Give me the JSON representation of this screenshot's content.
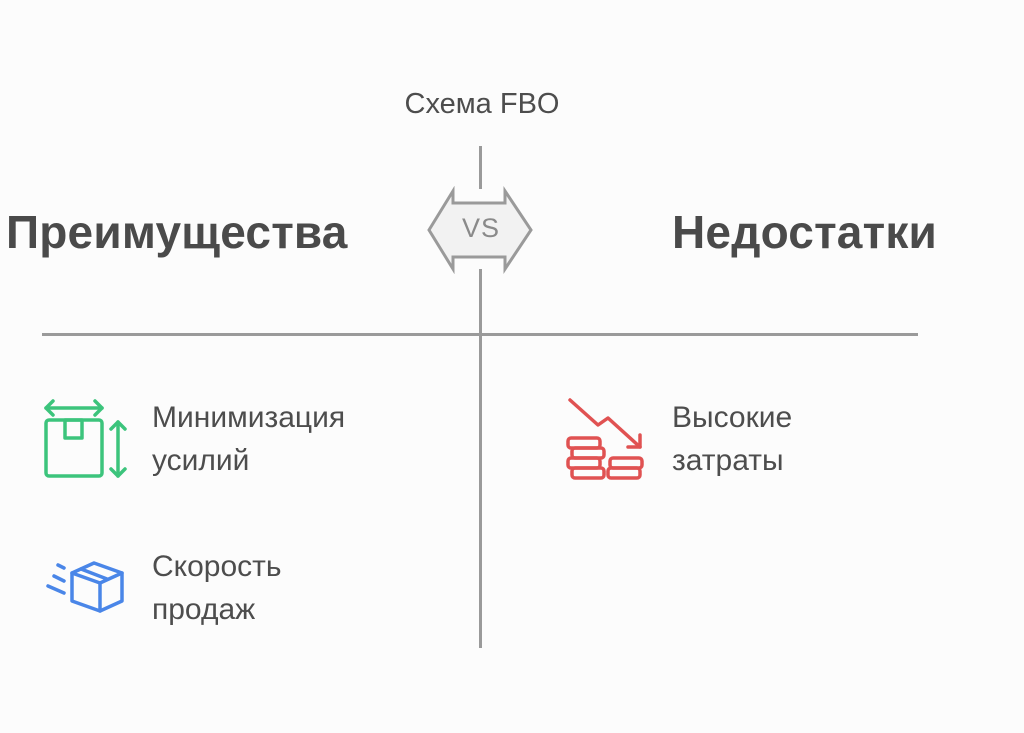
{
  "title": "Схема FBO",
  "vs_label": "VS",
  "columns": {
    "left": {
      "heading": "Преимущества",
      "items": [
        {
          "icon": "box-dimensions-icon",
          "color": "#3cc47c",
          "line1": "Минимизация",
          "line2": "усилий"
        },
        {
          "icon": "fast-delivery-box-icon",
          "color": "#4a86e8",
          "line1": "Скорость",
          "line2": "продаж"
        }
      ]
    },
    "right": {
      "heading": "Недостатки",
      "items": [
        {
          "icon": "falling-coins-icon",
          "color": "#e05252",
          "line1": "Высокие",
          "line2": "затраты"
        }
      ]
    }
  },
  "colors": {
    "divider": "#9a9a9a",
    "heading": "#4a4a4a",
    "background": "#fcfcfc"
  }
}
